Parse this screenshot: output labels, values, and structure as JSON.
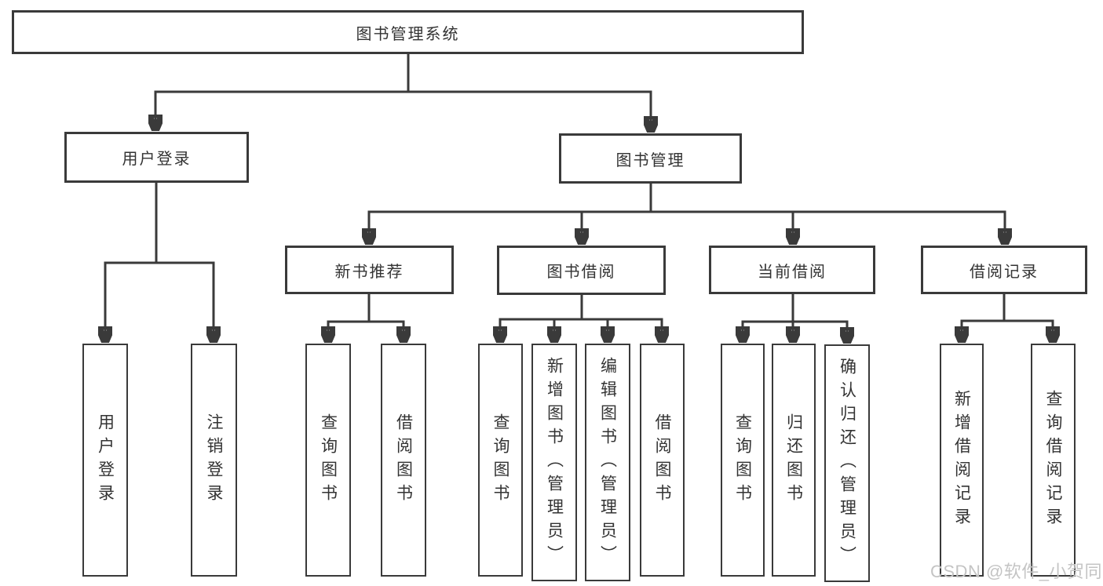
{
  "diagram": {
    "root": {
      "label": "图书管理系统"
    },
    "level2": [
      {
        "label": "用户登录"
      },
      {
        "label": "图书管理"
      }
    ],
    "level3": [
      {
        "label": "新书推荐"
      },
      {
        "label": "图书借阅"
      },
      {
        "label": "当前借阅"
      },
      {
        "label": "借阅记录"
      }
    ],
    "leaves": [
      {
        "label": "用户登录"
      },
      {
        "label": "注销登录"
      },
      {
        "label": "查询图书"
      },
      {
        "label": "借阅图书"
      },
      {
        "label": "查询图书"
      },
      {
        "label": "新增图书（管理员）"
      },
      {
        "label": "编辑图书（管理员）"
      },
      {
        "label": "借阅图书"
      },
      {
        "label": "查询图书"
      },
      {
        "label": "归还图书"
      },
      {
        "label": "确认归还（管理员）"
      },
      {
        "label": "新增借阅记录"
      },
      {
        "label": "查询借阅记录"
      }
    ]
  },
  "watermark": {
    "text": "CSDN @软件_小贺同学"
  },
  "colors": {
    "line": "#3a3a3a",
    "text": "#333333",
    "watermark": "#c4c4c4",
    "background": "#ffffff"
  }
}
